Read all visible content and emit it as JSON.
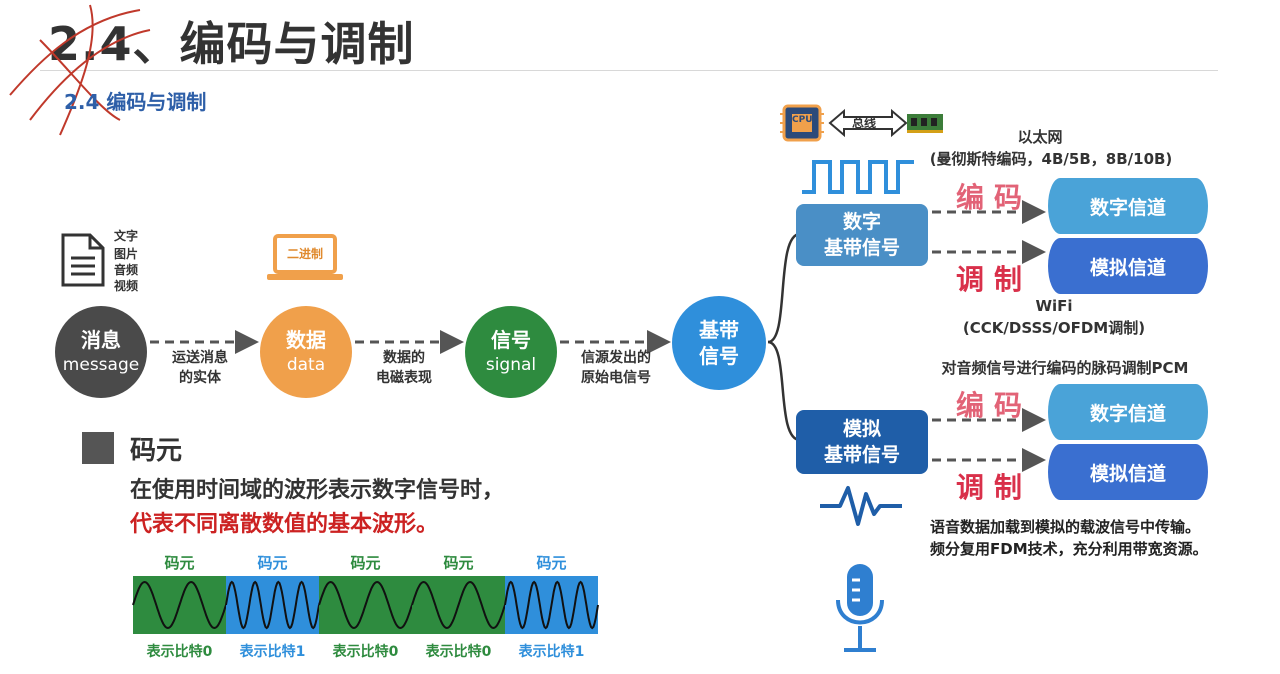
{
  "header": {
    "title": "2.4、编码与调制",
    "subtitle": "2.4 编码与调制"
  },
  "flow": {
    "message": {
      "line1": "消息",
      "line2": "message",
      "media": [
        "文字",
        "图片",
        "音频",
        "视频"
      ]
    },
    "arrow1": [
      "运送消息",
      "的实体"
    ],
    "data": {
      "line1": "数据",
      "line2": "data",
      "icon_label": "二进制"
    },
    "arrow2": [
      "数据的",
      "电磁表现"
    ],
    "signal": {
      "line1": "信号",
      "line2": "signal"
    },
    "arrow3": [
      "信源发出的",
      "原始电信号"
    ],
    "baseband": {
      "line1": "基带",
      "line2": "信号"
    }
  },
  "digital": {
    "cpu_label": "CPU",
    "bus_label": "总线",
    "ethernet": [
      "以太网",
      "(曼彻斯特编码，4B/5B，8B/10B)"
    ],
    "box": [
      "数字",
      "基带信号"
    ],
    "encode_label": "编码",
    "modulate_label": "调制",
    "channel_digital": "数字信道",
    "channel_analog": "模拟信道",
    "wifi": [
      "WiFi",
      "(CCK/DSSS/OFDM调制)"
    ]
  },
  "analog": {
    "pcm_note": "对音频信号进行编码的脉码调制PCM",
    "box": [
      "模拟",
      "基带信号"
    ],
    "encode_label": "编码",
    "modulate_label": "调制",
    "channel_digital": "数字信道",
    "channel_analog": "模拟信道",
    "fdm_note": [
      "语音数据加载到模拟的载波信号中传输。",
      "频分复用FDM技术，充分利用带宽资源。"
    ]
  },
  "symbol": {
    "heading": "码元",
    "def_line1": "在使用时间域的波形表示数字信号时，",
    "def_line2": "代表不同离散数值的基本波形。",
    "segments": [
      {
        "top": "码元",
        "bottom": "表示比特0",
        "kind": "0"
      },
      {
        "top": "码元",
        "bottom": "表示比特1",
        "kind": "1"
      },
      {
        "top": "码元",
        "bottom": "表示比特0",
        "kind": "0"
      },
      {
        "top": "码元",
        "bottom": "表示比特0",
        "kind": "0"
      },
      {
        "top": "码元",
        "bottom": "表示比特1",
        "kind": "1"
      }
    ]
  },
  "colors": {
    "message": "#4a4a4a",
    "data": "#f0a04b",
    "signal": "#2e8b3f",
    "baseband": "#2f8fdb",
    "digital_box": "#4a8fc6",
    "analog_box": "#1f5ea8",
    "red": "#d9304a",
    "seg0": "#2e8b3f",
    "seg1": "#2f8fdb",
    "cyl_digital": "#4aa3d8",
    "cyl_analog": "#3a6fd0"
  }
}
